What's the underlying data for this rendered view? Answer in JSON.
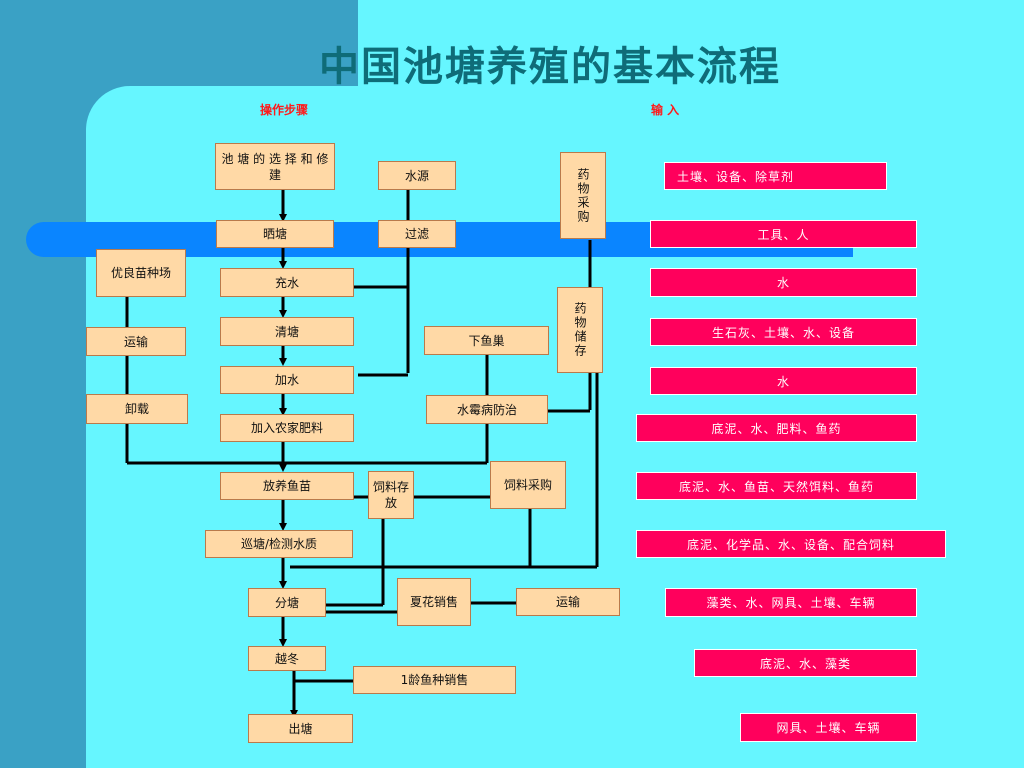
{
  "title": "中国池塘养殖的基本流程",
  "headers": {
    "steps": "操作步骤",
    "input": "输 入"
  },
  "boxes": {
    "pond_select": "池 塘 的 选 择 和 修建",
    "water_source": "水源",
    "drug_purchase": "药物采购",
    "sun_pond": "晒塘",
    "filter": "过滤",
    "seed_farm": "优良苗种场",
    "fill_water": "充水",
    "drug_storage": "药物储存",
    "transport1": "运输",
    "clean_pond": "清塘",
    "fish_nest": "下鱼巢",
    "add_water": "加水",
    "unload": "卸载",
    "mold_control": "水霉病防治",
    "add_manure": "加入农家肥料",
    "feed_purchase": "饲料采购",
    "stock_fry": "放养鱼苗",
    "feed_storage": "饲料存放",
    "patrol": "巡塘/检测水质",
    "divide_pond": "分塘",
    "summer_sale": "夏花销售",
    "transport2": "运输",
    "overwinter": "越冬",
    "yearling_sale": "1龄鱼种销售",
    "harvest": "出塘"
  },
  "inputs": [
    "土壤、设备、除草剂",
    "工具、人",
    "水",
    "生石灰、土壤、水、设备",
    "水",
    "底泥、水、肥料、鱼药",
    "底泥、水、鱼苗、天然饵料、鱼药",
    "底泥、化学品、水、设备、配合饲料",
    "藻类、水、网具、土壤、车辆",
    "底泥、水、藻类",
    "网具、土壤、车辆"
  ]
}
